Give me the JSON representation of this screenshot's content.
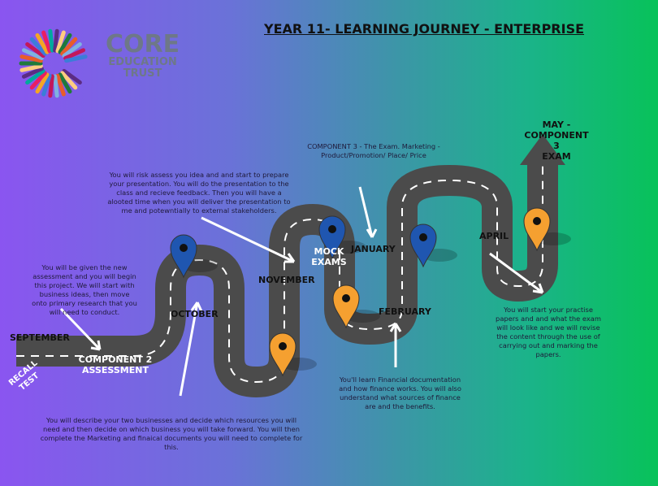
{
  "title": "YEAR 11- LEARNING JOURNEY - ENTERPRISE",
  "logo": {
    "name": "CORE",
    "line2": "EDUCATION",
    "line3": "TRUST"
  },
  "milestones": {
    "september": "SEPTEMBER",
    "recall": "RECALL TEST",
    "component2": "COMPONENT 2",
    "assessment": "ASSESSMENT",
    "october": "OCTOBER",
    "november": "NOVEMBER",
    "mock1": "MOCK",
    "mock2": "EXAMS",
    "january": "JANUARY",
    "february": "FEBRUARY",
    "april": "APRIL",
    "may1": "MAY -",
    "may2": "COMPONENT 3",
    "may3": "EXAM"
  },
  "notes": {
    "new_assessment": "You will be given the new assessment and you will begin this project. We will start with business ideas, then move onto primary research that you will need to conduct.",
    "describe": "You will describe your two businesses and decide which resources you will need and then decide on which business you will take forward. You will then complete the Marketing and finaical documents you will need to complete for this.",
    "risk": "You will risk assess you idea and and start to prepare your presentation. You will do the presentation to the class and recieve feedback. Then you will have a alooted time when you will deliver the presentation to me and potewntially to external stakeholders.",
    "component3": "COMPONENT 3 - The Exam. Marketing - Product/Promotion/ Place/ Price",
    "financial": "You'll learn Financial documentation and how finance works. You will also understand what sources of finance are and the benefits.",
    "practise": "You will start your practise papers and and what the exam will look like and we will revise the content through the use of carrying out and marking the papers."
  },
  "colors": {
    "road": "#4b4b4b",
    "pin_blue": "#1f56b0",
    "pin_orange": "#f5a030"
  }
}
